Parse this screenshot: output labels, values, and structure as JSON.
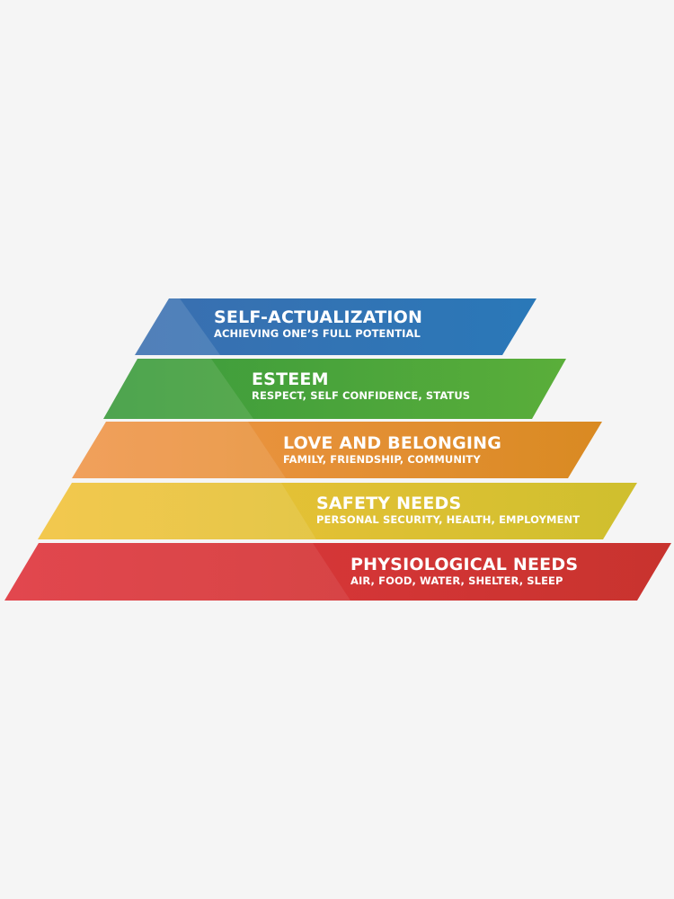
{
  "pyramid": {
    "levels": [
      {
        "title": "SELF-ACTUALIZATION",
        "subtitle": "ACHIEVING ONE’S FULL POTENTIAL",
        "color_left": "#3a6fb0",
        "color_right": "#2a78b8"
      },
      {
        "title": "ESTEEM",
        "subtitle": "RESPECT, SELF CONFIDENCE, STATUS",
        "color_left": "#3a9a3c",
        "color_right": "#5aae3a"
      },
      {
        "title": "LOVE AND BELONGING",
        "subtitle": "FAMILY, FRIENDSHIP, COMMUNITY",
        "color_left": "#f0964a",
        "color_right": "#d98a22"
      },
      {
        "title": "SAFETY NEEDS",
        "subtitle": "PERSONAL SECURITY, HEALTH, EMPLOYMENT",
        "color_left": "#f2c23a",
        "color_right": "#cfbf2e"
      },
      {
        "title": "PHYSIOLOGICAL NEEDS",
        "subtitle": "AIR, FOOD, WATER, SHELTER, SLEEP",
        "color_left": "#e0383f",
        "color_right": "#c8332e"
      }
    ]
  }
}
